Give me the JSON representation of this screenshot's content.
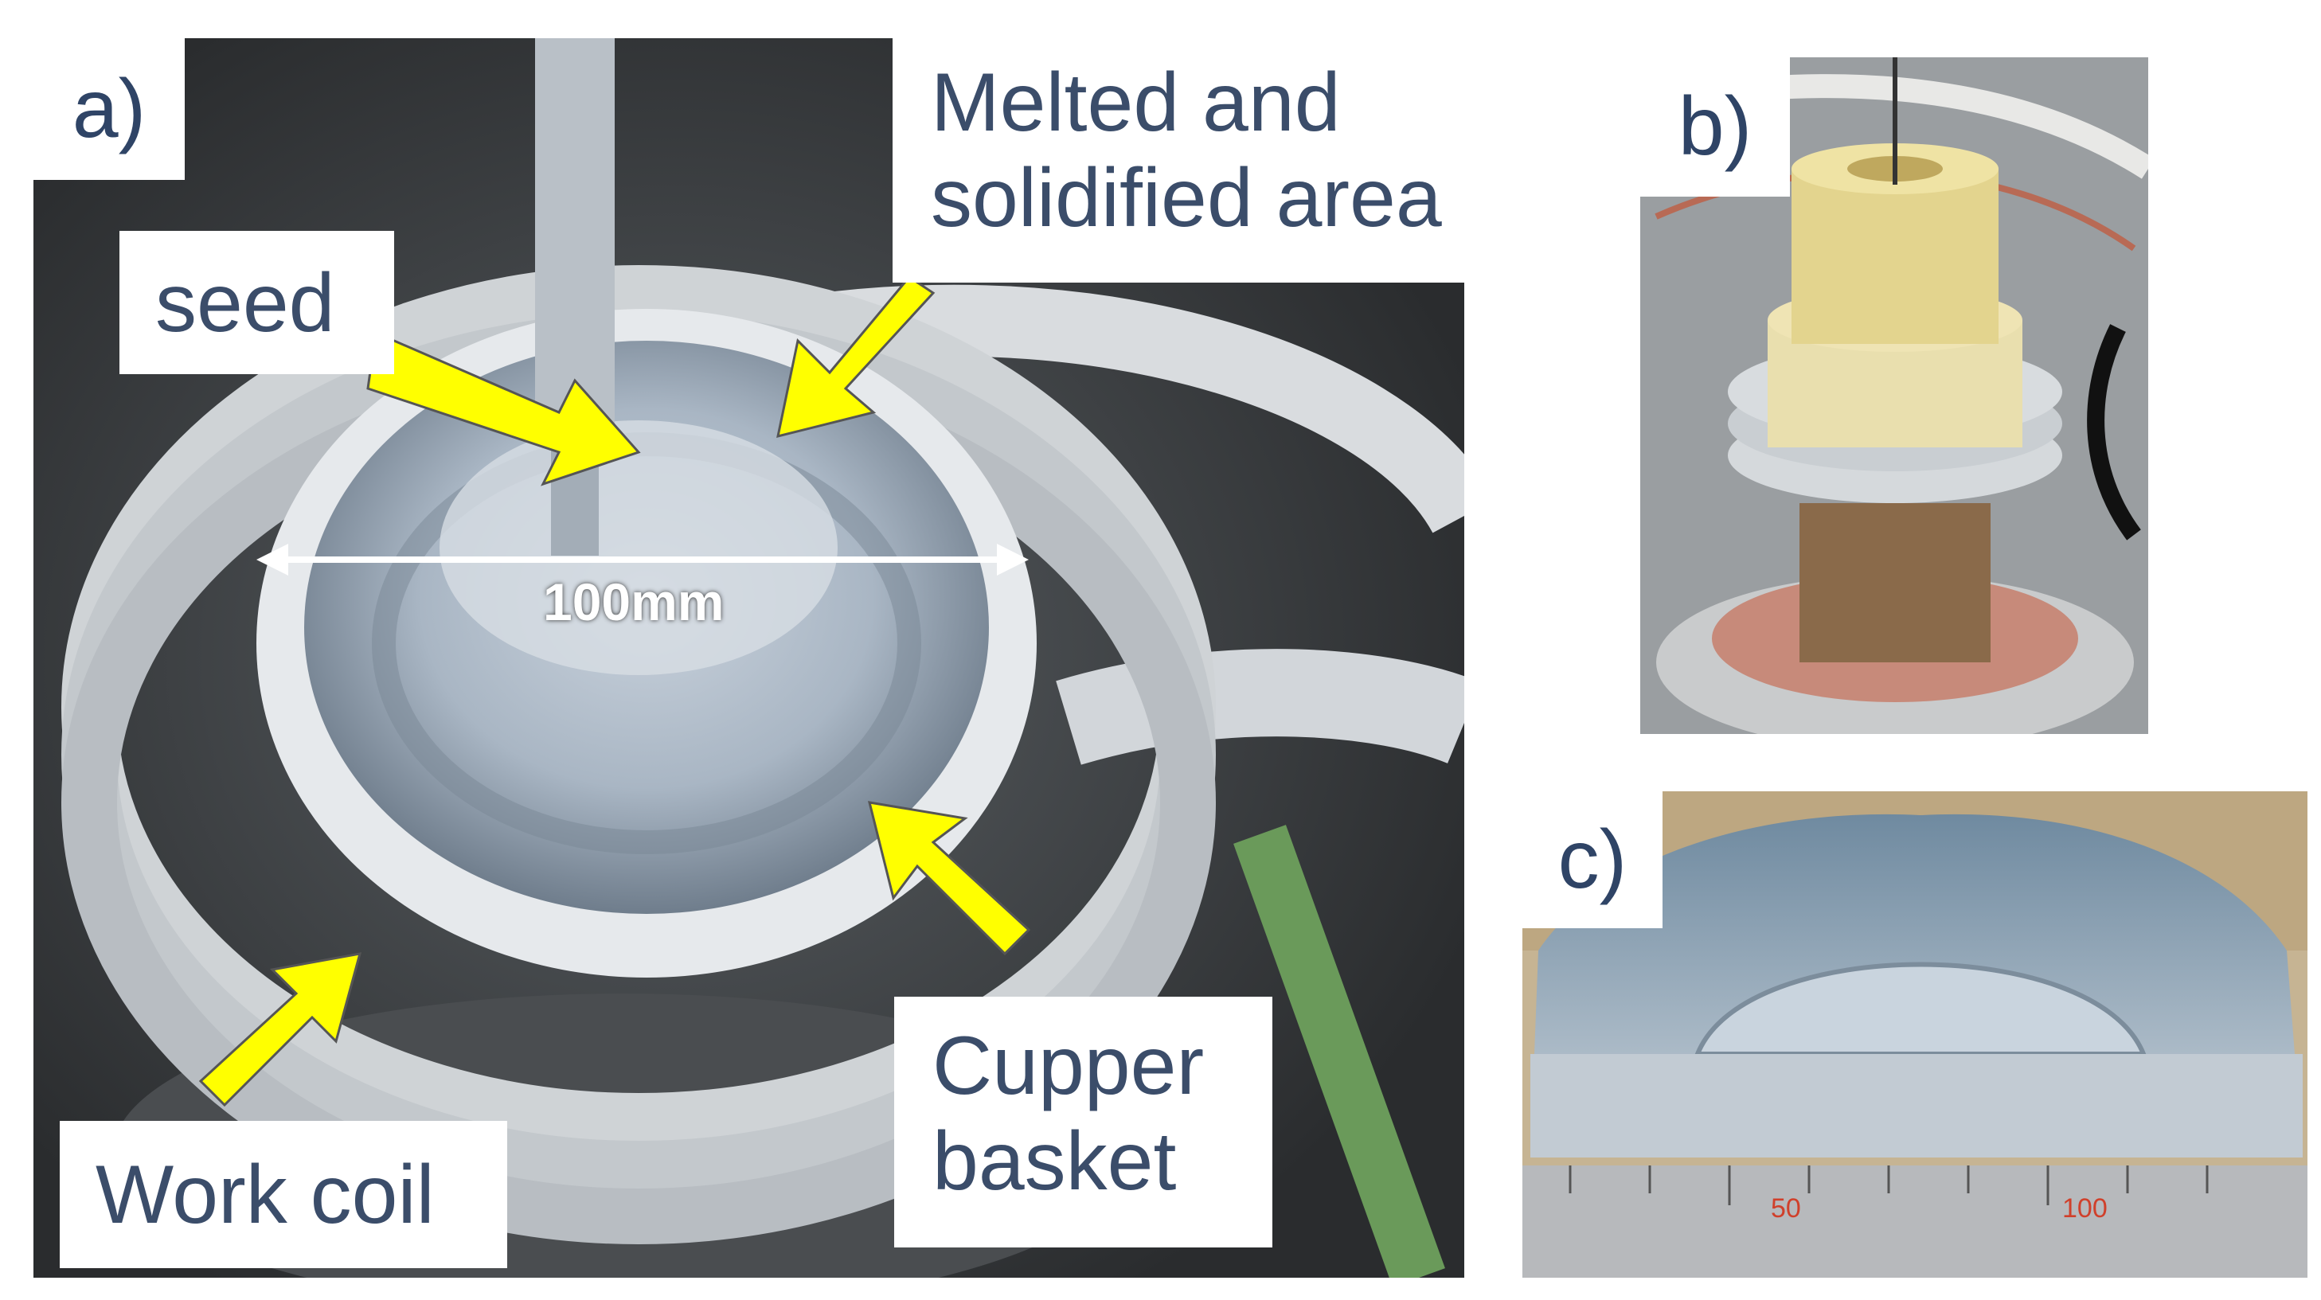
{
  "panels": {
    "a": {
      "letter": "a)"
    },
    "b": {
      "letter": "b)"
    },
    "c": {
      "letter": "c)"
    }
  },
  "labels": {
    "melted_line1": "Melted and",
    "melted_line2": "solidified area",
    "seed": "seed",
    "work_coil": "Work coil",
    "cupper_line1": "Cupper",
    "cupper_line2": "basket",
    "measure": "100mm"
  },
  "ruler": {
    "mark_50": "50",
    "mark_100": "100"
  },
  "colors": {
    "arrow": "#ffff00",
    "label_text": "#3b4d6a"
  }
}
